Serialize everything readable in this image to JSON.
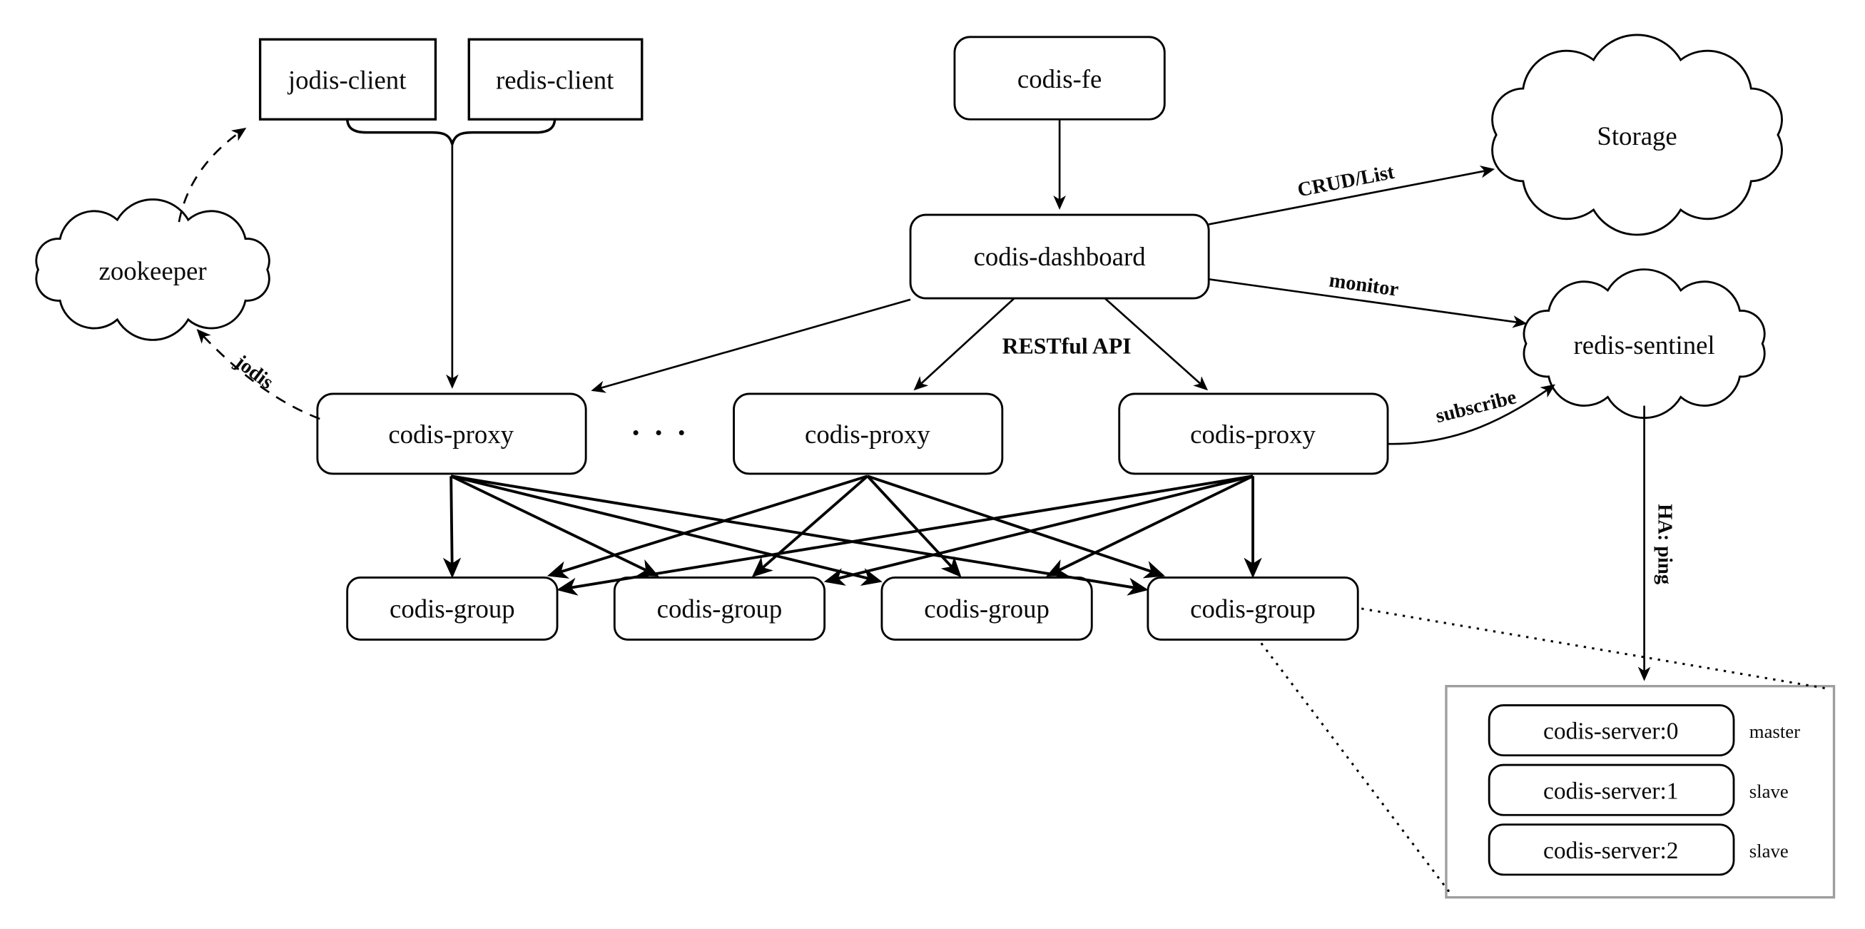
{
  "nodes": {
    "jodis_client": "jodis-client",
    "redis_client": "redis-client",
    "codis_fe": "codis-fe",
    "codis_dashboard": "codis-dashboard",
    "zookeeper": "zookeeper",
    "storage": "Storage",
    "redis_sentinel": "redis-sentinel",
    "proxy1": "codis-proxy",
    "proxy2": "codis-proxy",
    "proxy3": "codis-proxy",
    "ellipsis": "· · ·",
    "group1": "codis-group",
    "group2": "codis-group",
    "group3": "codis-group",
    "group4": "codis-group"
  },
  "servers": [
    {
      "name": "codis-server:0",
      "role": "master"
    },
    {
      "name": "codis-server:1",
      "role": "slave"
    },
    {
      "name": "codis-server:2",
      "role": "slave"
    }
  ],
  "edge_labels": {
    "crud": "CRUD/List",
    "monitor": "monitor",
    "restful_api": "RESTful API",
    "subscribe": "subscribe",
    "jodis": "jodis",
    "ha_ping": "HA: ping"
  },
  "colors": {
    "stroke": "#000000",
    "background": "#ffffff",
    "panel_border": "#9e9e9e"
  }
}
